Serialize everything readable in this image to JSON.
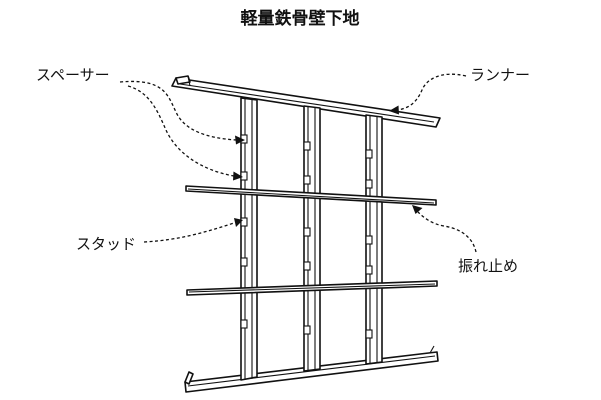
{
  "diagram": {
    "title": "軽量鉄骨壁下地",
    "labels": {
      "spacer": "スペーサー",
      "runner": "ランナー",
      "stud": "スタッド",
      "bracing": "振れ止め"
    }
  },
  "colors": {
    "line": "#111111",
    "background": "#ffffff"
  }
}
